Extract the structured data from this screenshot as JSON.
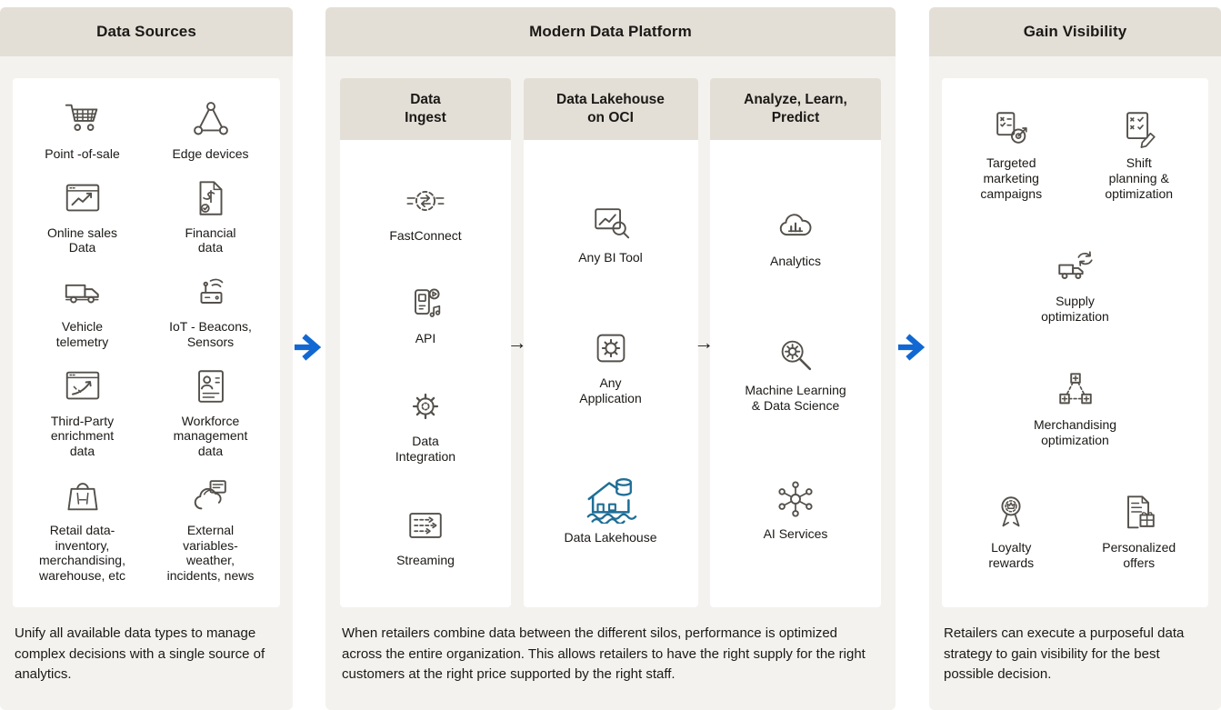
{
  "colors": {
    "arrow_blue": "#1268d2",
    "lakehouse_blue": "#1f6e96",
    "header_beige": "#e3dfd7",
    "panel_beige": "#f4f2ee"
  },
  "sources": {
    "title": "Data Sources",
    "items": [
      {
        "label": "Point -of-sale",
        "icon": "pos-cart-icon"
      },
      {
        "label": "Edge devices",
        "icon": "edge-devices-icon"
      },
      {
        "label": "Online sales\nData",
        "icon": "online-sales-icon"
      },
      {
        "label": "Financial\ndata",
        "icon": "financial-data-icon"
      },
      {
        "label": "Vehicle\ntelemetry",
        "icon": "vehicle-telemetry-icon"
      },
      {
        "label": "IoT - Beacons,\nSensors",
        "icon": "iot-sensors-icon"
      },
      {
        "label": "Third-Party\nenrichment\ndata",
        "icon": "third-party-enrichment-icon"
      },
      {
        "label": "Workforce\nmanagement\ndata",
        "icon": "workforce-management-icon"
      },
      {
        "label": "Retail data-\ninventory,\nmerchandising,\nwarehouse, etc",
        "icon": "retail-data-icon"
      },
      {
        "label": "External\nvariables-\nweather,\nincidents, news",
        "icon": "external-variables-icon"
      }
    ],
    "caption": "Unify all available data types to manage complex decisions with a single source of analytics."
  },
  "platform": {
    "title": "Modern Data Platform",
    "columns": [
      {
        "title": "Data\nIngest",
        "items": [
          {
            "label": "FastConnect",
            "icon": "fastconnect-icon"
          },
          {
            "label": "API",
            "icon": "api-icon"
          },
          {
            "label": "Data\nIntegration",
            "icon": "data-integration-icon"
          },
          {
            "label": "Streaming",
            "icon": "streaming-icon"
          }
        ]
      },
      {
        "title": "Data Lakehouse\non OCI",
        "items": [
          {
            "label": "Any BI Tool",
            "icon": "bi-tool-icon"
          },
          {
            "label": "Any\nApplication",
            "icon": "any-application-icon"
          },
          {
            "label": "Data Lakehouse",
            "icon": "data-lakehouse-icon"
          }
        ]
      },
      {
        "title": "Analyze, Learn,\nPredict",
        "items": [
          {
            "label": "Analytics",
            "icon": "analytics-icon"
          },
          {
            "label": "Machine Learning\n& Data Science",
            "icon": "machine-learning-icon"
          },
          {
            "label": "AI Services",
            "icon": "ai-services-icon"
          }
        ]
      }
    ],
    "caption": "When retailers combine data between the different silos, performance is optimized across the entire organization. This allows retailers to have the right supply for the right customers at the right price supported by the right staff."
  },
  "visibility": {
    "title": "Gain Visibility",
    "items": [
      {
        "label": "Targeted\nmarketing\ncampaigns",
        "icon": "targeted-marketing-icon"
      },
      {
        "label": "Shift\nplanning &\noptimization",
        "icon": "shift-planning-icon"
      },
      {
        "label": "Supply\noptimization",
        "icon": "supply-optimization-icon"
      },
      {
        "label": "Merchandising\noptimization",
        "icon": "merchandising-optimization-icon"
      },
      {
        "label": "Loyalty\nrewards",
        "icon": "loyalty-rewards-icon"
      },
      {
        "label": "Personalized\noffers",
        "icon": "personalized-offers-icon"
      }
    ],
    "caption": "Retailers can execute a purposeful data strategy to gain visibility for the best possible decision."
  }
}
